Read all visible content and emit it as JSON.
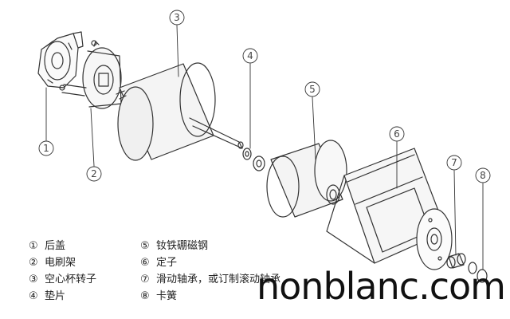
{
  "callouts": [
    "①",
    "②",
    "③",
    "④",
    "⑤",
    "⑥",
    "⑦",
    "⑧"
  ],
  "callout_numbers": [
    "1",
    "2",
    "3",
    "4",
    "5",
    "6",
    "7",
    "8"
  ],
  "legend": [
    {
      "mark": "①",
      "text": "后盖"
    },
    {
      "mark": "②",
      "text": "电刷架"
    },
    {
      "mark": "③",
      "text": "空心杯转子"
    },
    {
      "mark": "④",
      "text": "垫片"
    },
    {
      "mark": "⑤",
      "text": "钕铁硼磁钢"
    },
    {
      "mark": "⑥",
      "text": "定子"
    },
    {
      "mark": "⑦",
      "text": "滑动轴承，或订制滚动轴承"
    },
    {
      "mark": "⑧",
      "text": "卡簧"
    }
  ],
  "watermark": "nonblanc.com"
}
